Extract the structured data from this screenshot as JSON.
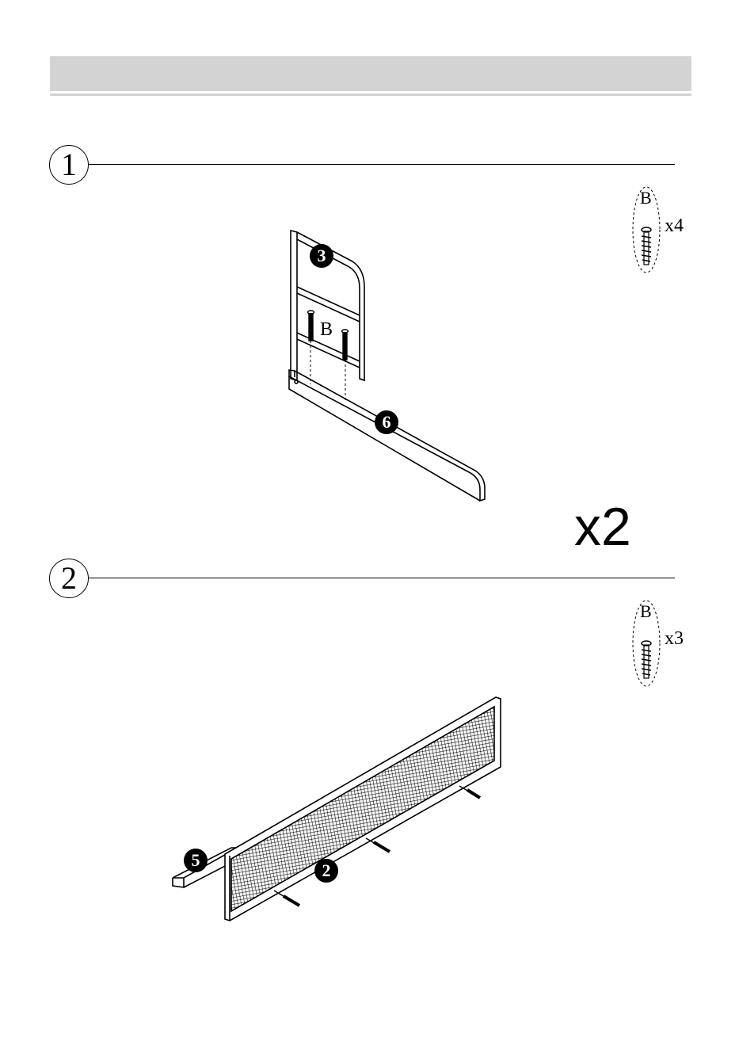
{
  "step1": {
    "number": "1",
    "hardware": {
      "label": "B",
      "quantity": "x4"
    },
    "parts": {
      "frame": "3",
      "rail": "6"
    },
    "screw_label": "B",
    "multiplier": "x2"
  },
  "step2": {
    "number": "2",
    "hardware": {
      "label": "B",
      "quantity": "x3"
    },
    "parts": {
      "rail": "5",
      "panel": "2"
    }
  }
}
